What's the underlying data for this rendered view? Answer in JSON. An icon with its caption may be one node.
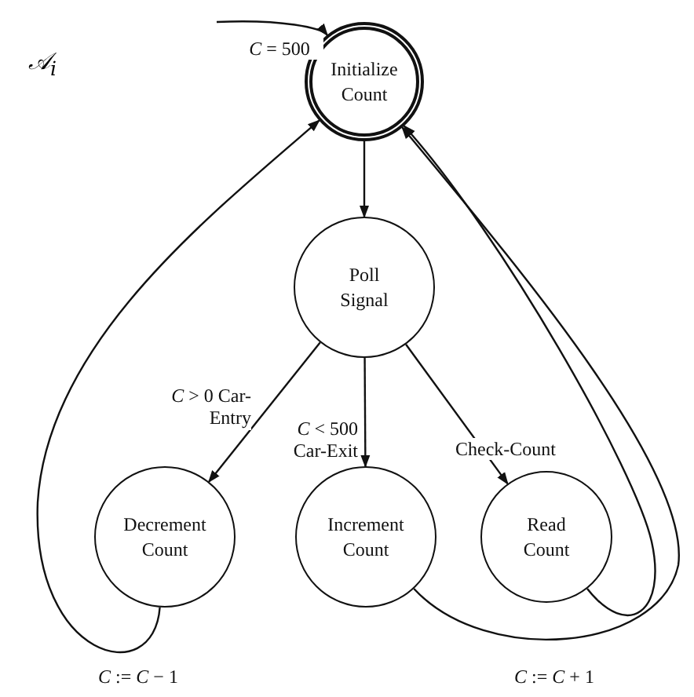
{
  "diagram": {
    "nodes": [
      {
        "text": [
          "Initialize Count"
        ]
      },
      {
        "text": [
          "Poll Signal"
        ]
      },
      {
        "text": [
          "Decrement Count"
        ]
      },
      {
        "text": [
          "Increment Count"
        ]
      },
      {
        "text": [
          "Read Count"
        ]
      }
    ],
    "edges": [
      {
        "from": null,
        "to": 0,
        "arrow": "to",
        "label": "*C* = 500"
      },
      {
        "from": 0,
        "to": 1,
        "arrow": "to"
      },
      {
        "from": 1,
        "to": 2,
        "arrow": "to",
        "label": "*C* > 0 Car-Entry"
      },
      {
        "from": 1,
        "to": 3,
        "arrow": "to",
        "label": "*C* < 500 Car-Exit"
      },
      {
        "from": 1,
        "to": 4,
        "arrow": "to",
        "label": "Check-Count"
      },
      {
        "from": 2,
        "to": 0,
        "arrow": "to",
        "label": "*C* := *C* − 1"
      },
      {
        "from": 3,
        "to": 0,
        "arrow": "to",
        "label": "*C* := *C* + 1"
      },
      {
        "from": 4,
        "to": 0,
        "arrow": "to"
      }
    ],
    "labels": [
      "𝒜$_{i}$"
    ]
  }
}
